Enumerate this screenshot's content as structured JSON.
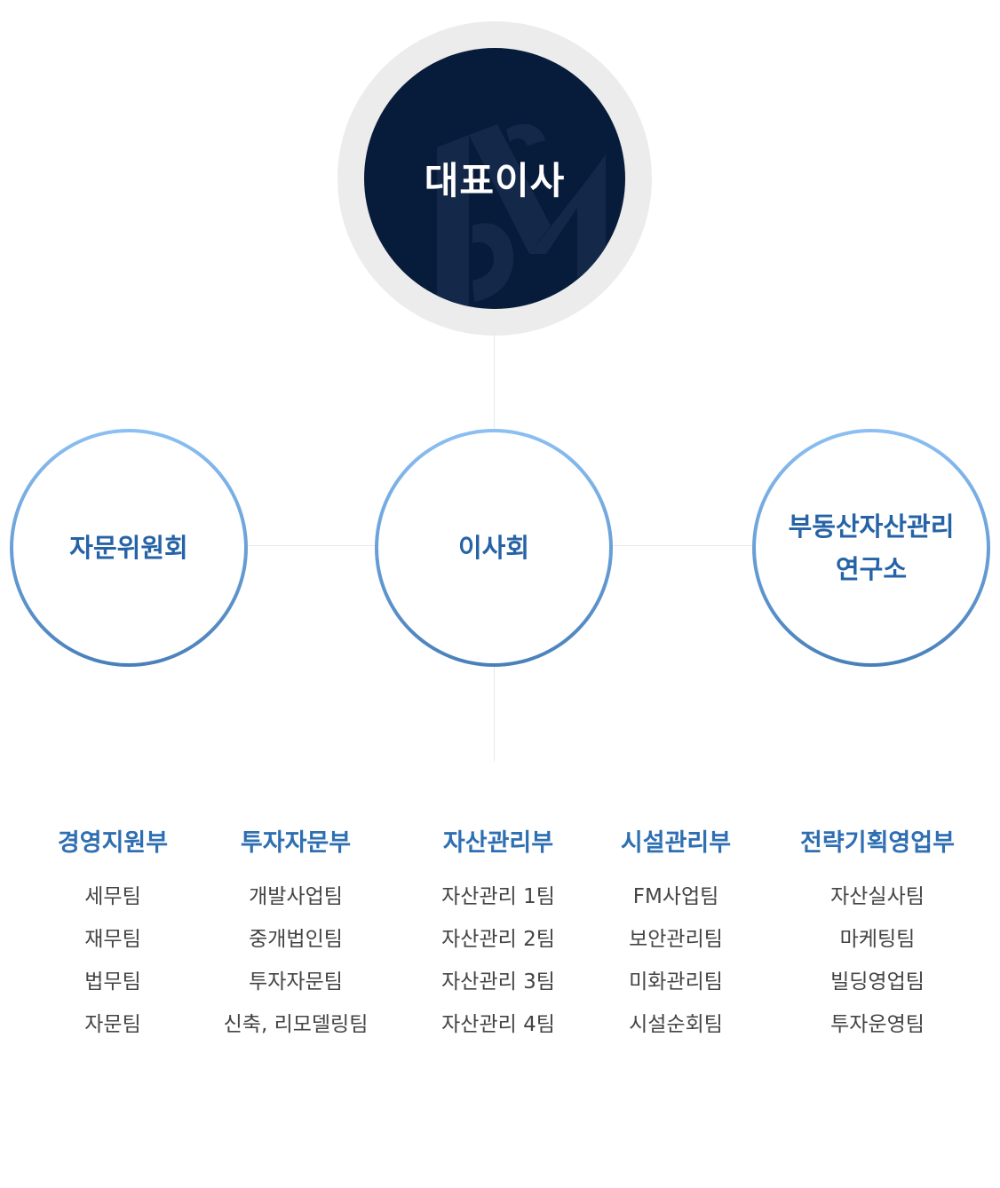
{
  "ceo": {
    "title": "대표이사"
  },
  "bodies": {
    "left": "자문위원회",
    "center": "이사회",
    "right_line1": "부동산자산관리",
    "right_line2": "연구소"
  },
  "departments": [
    {
      "title": "경영지원부",
      "teams": [
        "세무팀",
        "재무팀",
        "법무팀",
        "자문팀"
      ]
    },
    {
      "title": "투자자문부",
      "teams": [
        "개발사업팀",
        "중개법인팀",
        "투자자문팀",
        "신축, 리모델링팀"
      ]
    },
    {
      "title": "자산관리부",
      "teams": [
        "자산관리 1팀",
        "자산관리 2팀",
        "자산관리 3팀",
        "자산관리 4팀"
      ]
    },
    {
      "title": "시설관리부",
      "teams": [
        "FM사업팀",
        "보안관리팀",
        "미화관리팀",
        "시설순회팀"
      ]
    },
    {
      "title": "전략기획영업부",
      "teams": [
        "자산실사팀",
        "마케팅팀",
        "빌딩영업팀",
        "투자운영팀"
      ]
    }
  ],
  "colors": {
    "ceo_fill": "#071b3a",
    "ceo_halo": "#ececec",
    "ring_top": "#8cc0f2",
    "ring_bottom": "#4a80ba",
    "label_blue": "#2563a6",
    "team_text": "#444444"
  },
  "icons": {
    "ceo_watermark": "logo-monogram-icon"
  }
}
